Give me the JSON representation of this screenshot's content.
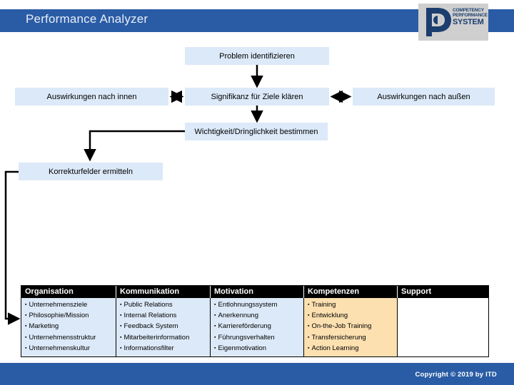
{
  "header": {
    "title": "Performance Analyzer",
    "logo": {
      "line1": "COMPETENCY",
      "line2": "PERFORMANCE",
      "line3": "SYSTEM",
      "mark": "stylized-p-monogram"
    },
    "bar_color": "#2A5CA5"
  },
  "flow": {
    "boxes": [
      {
        "id": "problem",
        "label": "Problem identifizieren"
      },
      {
        "id": "innen",
        "label": "Auswirkungen nach innen"
      },
      {
        "id": "signifikanz",
        "label": "Signifikanz für Ziele klären"
      },
      {
        "id": "aussen",
        "label": "Auswirkungen nach außen"
      },
      {
        "id": "wichtig",
        "label": "Wichtigkeit/Dringlichkeit bestimmen"
      },
      {
        "id": "korrektur",
        "label": "Korrekturfelder ermitteln"
      }
    ],
    "box_fill": "#DCE9F8",
    "connector_color": "#000000"
  },
  "matrix": {
    "columns": [
      {
        "header": "Organisation",
        "tint": "#DCE9F8",
        "items": [
          "Unternehmensziele",
          "Philosophie/Mission",
          "Marketing",
          "Unternehmensstruktur",
          "Unternehmenskultur"
        ]
      },
      {
        "header": "Kommunikation",
        "tint": "#DCE9F8",
        "items": [
          "Public Relations",
          "Internal Relations",
          "Feedback System",
          "Mitarbeiterinformation",
          "Informationsfilter"
        ]
      },
      {
        "header": "Motivation",
        "tint": "#DCE9F8",
        "items": [
          "Entlohnungssystem",
          "Anerkennung",
          "Karriereförderung",
          "Führungsverhalten",
          "Eigenmotivation"
        ]
      },
      {
        "header": "Kompetenzen",
        "tint": "#FCE0B0",
        "items": [
          "Training",
          "Entwicklung",
          "On-the-Job Training",
          "Transfersicherung",
          "Action Learning"
        ]
      },
      {
        "header": "Support",
        "tint": "#FFFFFF",
        "items": []
      }
    ],
    "header_bg": "#000000",
    "header_fg": "#FFFFFF"
  },
  "footer": {
    "copyright": "Copyright © 2019 by ITD",
    "bar_color": "#2A5CA5"
  }
}
